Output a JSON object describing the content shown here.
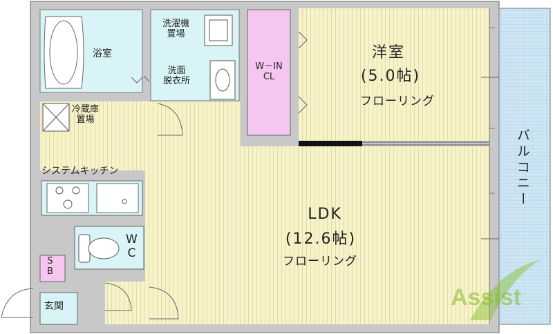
{
  "rooms": {
    "bath": "浴室",
    "washer": "洗濯機\n置場",
    "dressing": "洗面\n脱衣所",
    "closet": "W－IN\nCL",
    "western_name": "洋室",
    "western_size": "(5.0帖)",
    "western_floor": "フローリング",
    "fridge": "冷蔵庫\n置場",
    "kitchen": "システムキッチン",
    "ldk_name": "LDK",
    "ldk_size": "(12.6帖)",
    "ldk_floor": "フローリング",
    "wc": "W\nC",
    "sb": "S\nB",
    "entrance": "玄関",
    "balcony": "バルコニー"
  },
  "logo": {
    "text": "Assist"
  },
  "colors": {
    "floor": "#f6f1c6",
    "wall": "#c8c8c8",
    "wet_area": "#d8f4f6",
    "closet": "#f5c6ef",
    "balcony": "#cfe6f4",
    "logo_green": "#8cbf3a"
  }
}
